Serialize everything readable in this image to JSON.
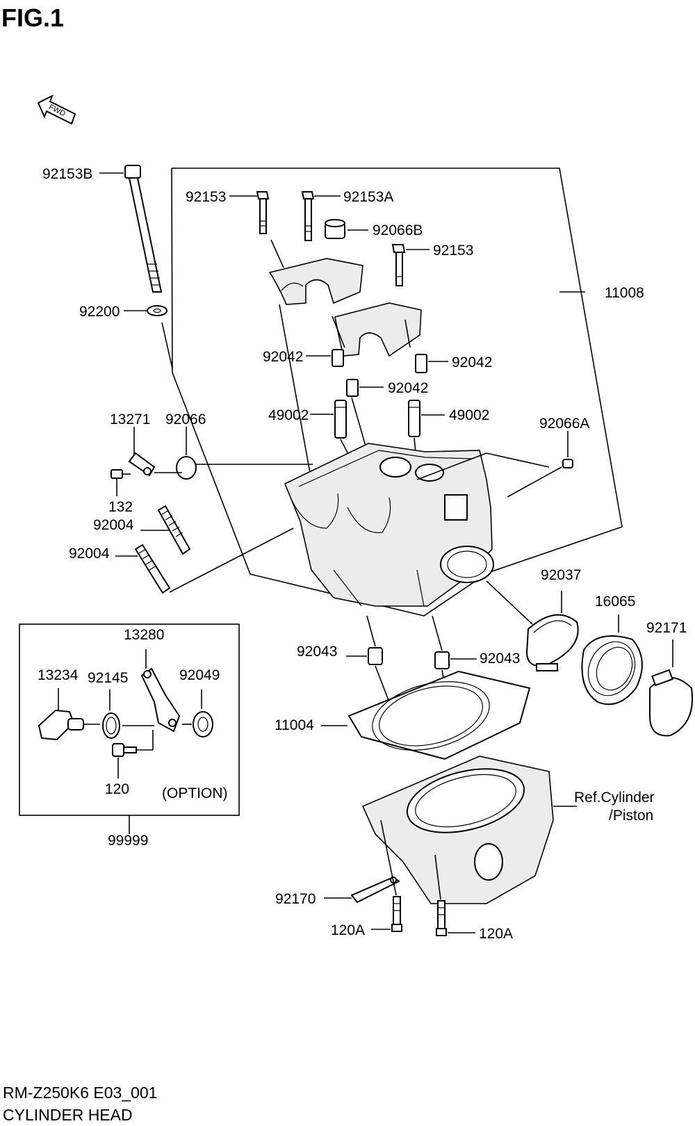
{
  "figure": {
    "title": "FIG.1",
    "fwd_label": "FWD"
  },
  "labels": {
    "92153B": "92153B",
    "92153_top": "92153",
    "92153A": "92153A",
    "92066B": "92066B",
    "92153_right": "92153",
    "11008": "11008",
    "92200": "92200",
    "92042_left": "92042",
    "92042_right": "92042",
    "92042_mid": "92042",
    "49002_left": "49002",
    "49002_right": "49002",
    "13271": "13271",
    "92066": "92066",
    "92066A": "92066A",
    "132": "132",
    "92004_a": "92004",
    "92004_b": "92004",
    "92037": "92037",
    "16065": "16065",
    "92171": "92171",
    "13280": "13280",
    "13234": "13234",
    "92145": "92145",
    "92049": "92049",
    "120": "120",
    "option": "(OPTION)",
    "99999": "99999",
    "92043_left": "92043",
    "92043_right": "92043",
    "11004": "11004",
    "ref_line1": "Ref.Cylinder",
    "ref_line2": "/Piston",
    "92170": "92170",
    "120A_left": "120A",
    "120A_right": "120A"
  },
  "footer": {
    "code": "RM-Z250K6 E03_001",
    "name": "CYLINDER HEAD"
  }
}
